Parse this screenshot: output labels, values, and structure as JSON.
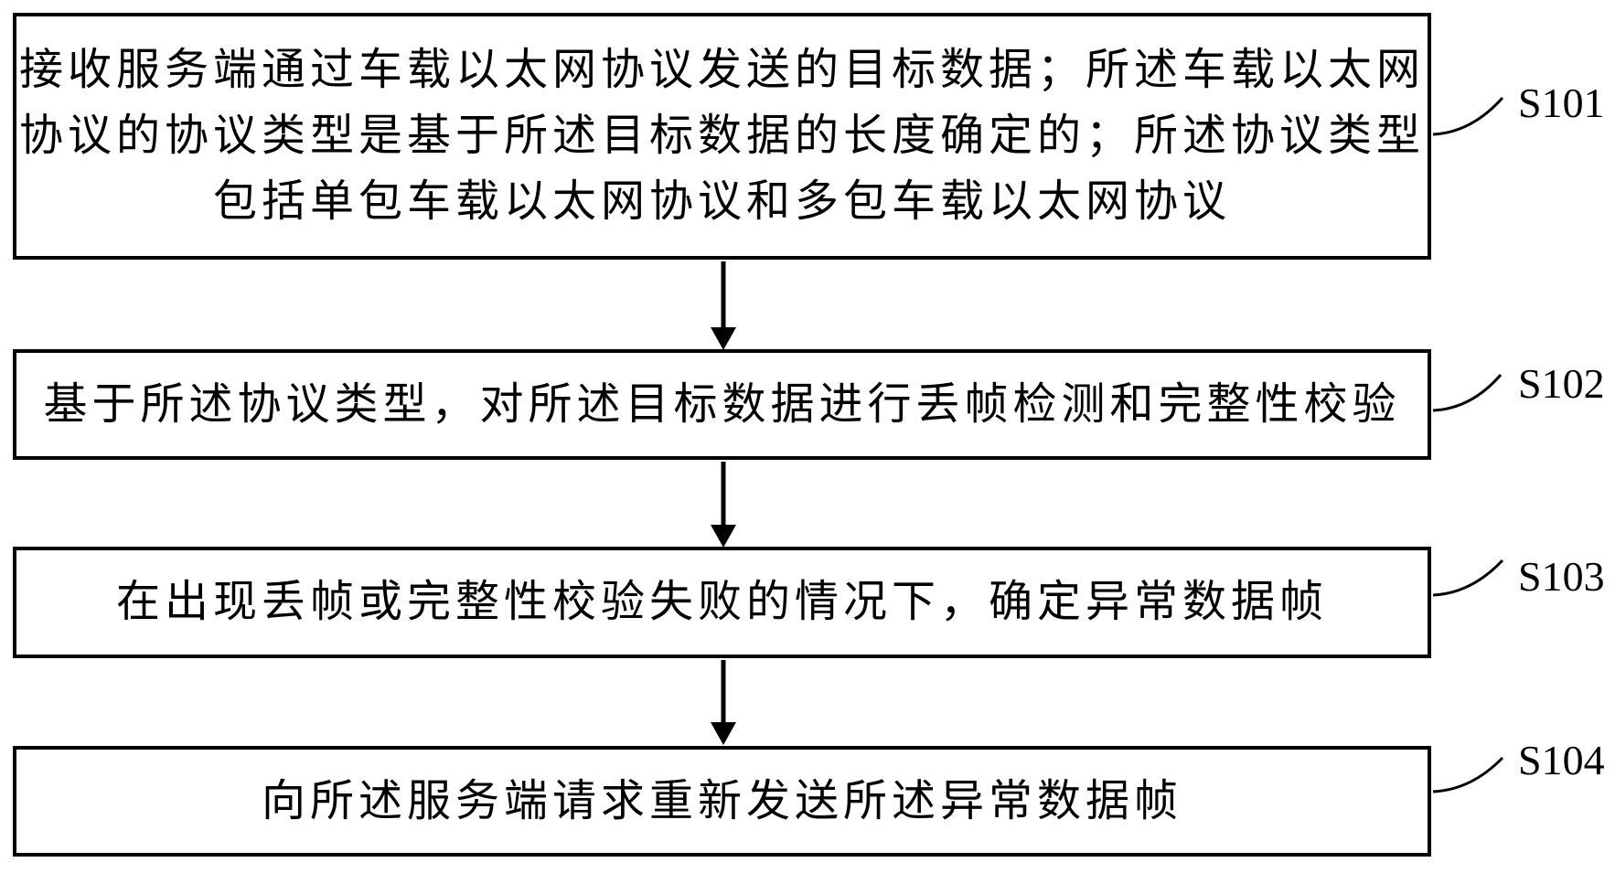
{
  "figure": {
    "type": "flowchart",
    "colors": {
      "background": "#ffffff",
      "stroke": "#000000",
      "text": "#000000"
    },
    "steps": [
      {
        "id": "S101",
        "label": "S101",
        "lines": [
          "接收服务端通过车载以太网协议发送的目标数据；所述车载以太网",
          "协议的协议类型是基于所述目标数据的长度确定的；所述协议类型",
          "包括单包车载以太网协议和多包车载以太网协议"
        ]
      },
      {
        "id": "S102",
        "label": "S102",
        "lines": [
          "基于所述协议类型，对所述目标数据进行丢帧检测和完整性校验"
        ]
      },
      {
        "id": "S103",
        "label": "S103",
        "lines": [
          "在出现丢帧或完整性校验失败的情况下，确定异常数据帧"
        ]
      },
      {
        "id": "S104",
        "label": "S104",
        "lines": [
          "向所述服务端请求重新发送所述异常数据帧"
        ]
      }
    ]
  }
}
